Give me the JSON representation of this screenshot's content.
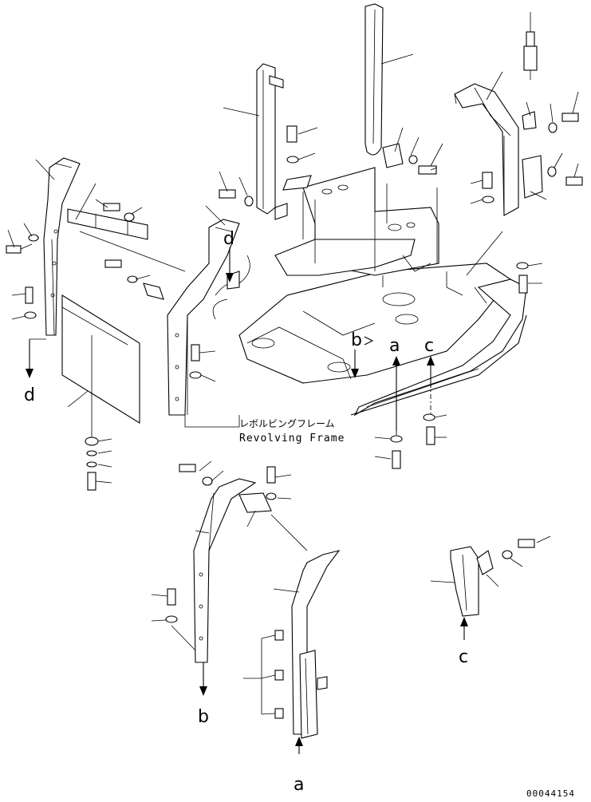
{
  "diagram": {
    "frame_label_ja": "レボルビングフレーム",
    "frame_label_en": "Revolving Frame",
    "drawing_number": "00044154",
    "view_markers": [
      "a",
      "b",
      "c",
      "d"
    ],
    "marker_labels": {
      "d_left": "d",
      "d_top": "d",
      "b_main": "b",
      "a_main": "a",
      "c_main": "c",
      "b_lower": "b",
      "a_lower": "a",
      "c_lower": "c"
    }
  }
}
